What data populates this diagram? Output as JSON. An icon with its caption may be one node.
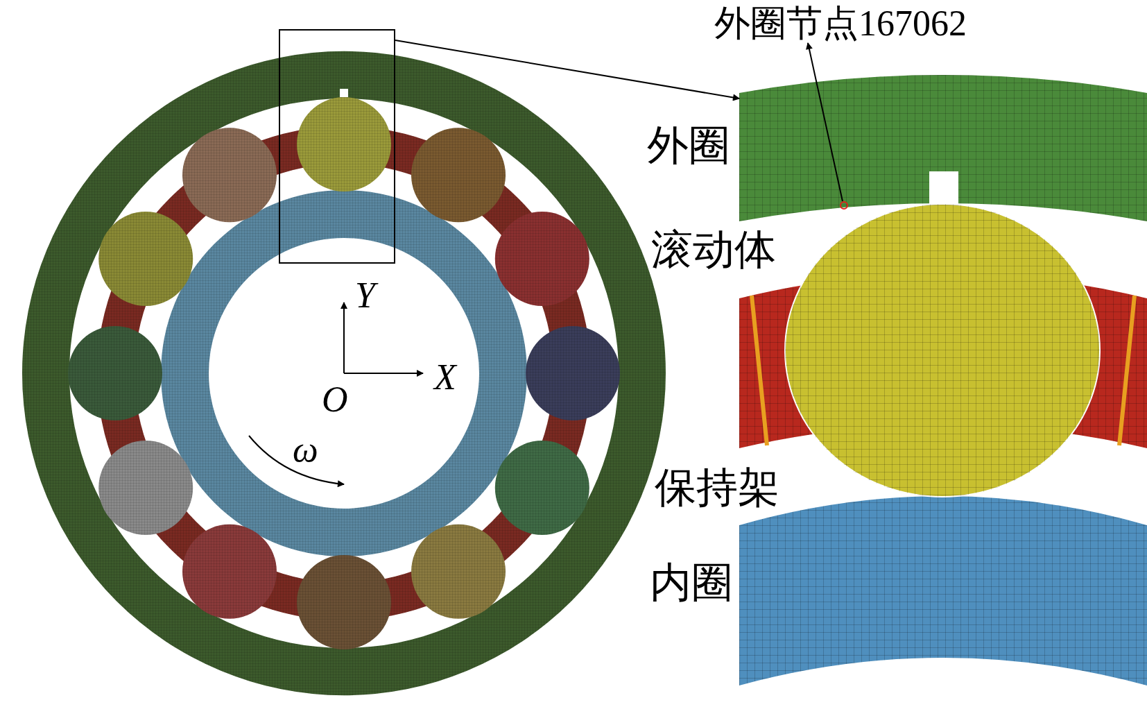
{
  "diagram": {
    "nodes": [
      {
        "text": [
          "外圈节点167062"
        ]
      },
      {
        "text": [],
        "shape": "circle",
        "in": 3
      },
      {
        "text": [],
        "shape": "box"
      },
      {
        "text": [],
        "shape": "picture"
      }
    ],
    "edges": [
      {
        "from": 1,
        "to": 0,
        "arrow": "to"
      },
      {
        "from": 2,
        "to": 3,
        "arrow": "to"
      }
    ],
    "labels": [
      "外圈",
      "滚动体",
      "Y",
      "X",
      "O",
      "ω",
      "保持架",
      "内圈"
    ]
  }
}
